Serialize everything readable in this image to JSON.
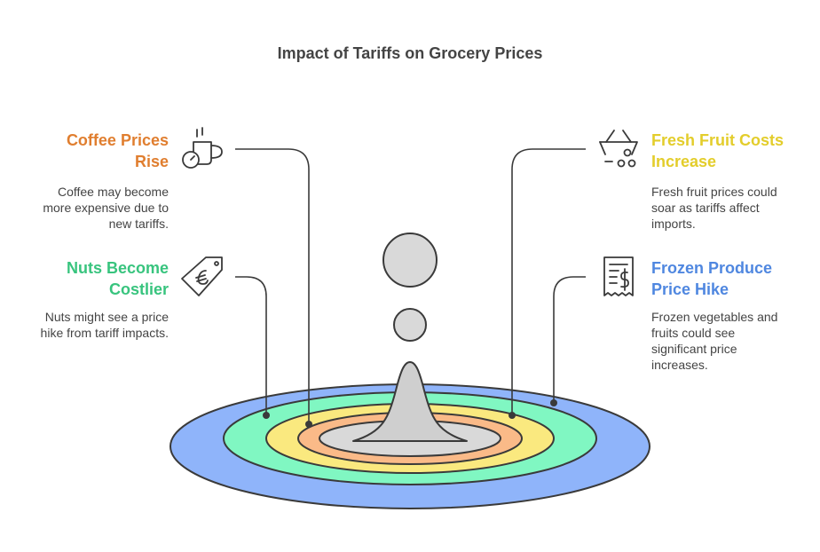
{
  "title": "Impact of Tariffs on Grocery Prices",
  "items": [
    {
      "heading": [
        "Coffee Prices",
        "Rise"
      ],
      "description": [
        "Coffee may become",
        "more expensive due to",
        "new tariffs."
      ],
      "color": "#E07E2F",
      "icon": "coffee-mug-icon"
    },
    {
      "heading": [
        "Nuts Become",
        "Costlier"
      ],
      "description": [
        "Nuts might see a price",
        "hike from tariff impacts."
      ],
      "color": "#38C47E",
      "icon": "price-tag-icon"
    },
    {
      "heading": [
        "Fresh Fruit Costs",
        "Increase"
      ],
      "description": [
        "Fresh fruit prices could",
        "soar as tariffs affect",
        "imports."
      ],
      "color": "#E3CD2B",
      "icon": "fruit-basket-icon"
    },
    {
      "heading": [
        "Frozen Produce",
        "Price Hike"
      ],
      "description": [
        "Frozen vegetables and",
        "fruits could see",
        "significant price",
        "increases."
      ],
      "color": "#4F87E0",
      "icon": "receipt-dollar-icon"
    }
  ],
  "ring_colors": [
    "#8FB4FA",
    "#80F7C2",
    "#FAE97F",
    "#FABA88",
    "#D9D9D9"
  ]
}
